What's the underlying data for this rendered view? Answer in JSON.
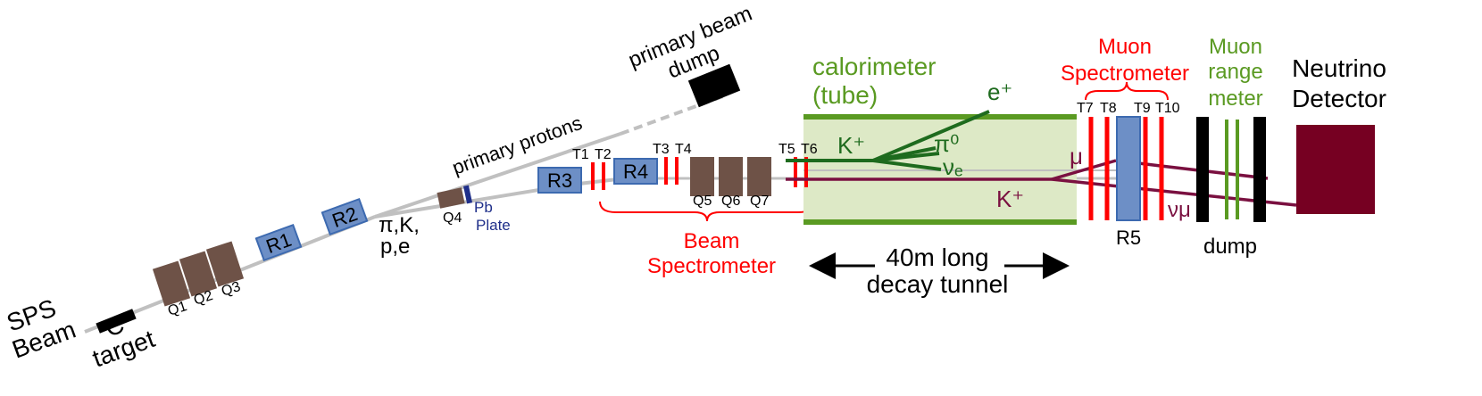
{
  "colors": {
    "beamline": "#c0c0c0",
    "magnet_fill": "#6d8fc6",
    "magnet_stroke": "#3d6ab0",
    "quad": "#6e5247",
    "tracker": "#ff0000",
    "calorimeter_fill": "#dde9c6",
    "calorimeter_border": "#5a9a22",
    "green_label": "#5a9a22",
    "track_green": "#1e6b1e",
    "track_maroon": "#7a1040",
    "detector": "#760022",
    "pb_plate": "#1f2f8a",
    "text": "#000000",
    "red_label": "#ff0000"
  },
  "labels": {
    "sps_beam": [
      "SPS",
      "Beam"
    ],
    "c_target": [
      "C",
      "target"
    ],
    "q1": "Q1",
    "q2": "Q2",
    "q3": "Q3",
    "q4": "Q4",
    "q5": "Q5",
    "q6": "Q6",
    "q7": "Q7",
    "r1": "R1",
    "r2": "R2",
    "r3": "R3",
    "r4": "R4",
    "r5": "R5",
    "particles": [
      "π,K,",
      "p,e"
    ],
    "pb_plate": [
      "Pb",
      "Plate"
    ],
    "primary_protons": "primary protons",
    "primary_beam_dump": [
      "primary beam",
      "dump"
    ],
    "t1": "T1",
    "t2": "T2",
    "t3": "T3",
    "t4": "T4",
    "t5": "T5",
    "t6": "T6",
    "t7": "T7",
    "t8": "T8",
    "t9": "T9",
    "t10": "T10",
    "beam_spectrometer": [
      "Beam",
      "Spectrometer"
    ],
    "calorimeter": [
      "calorimeter",
      "(tube)"
    ],
    "k_plus_top": "K⁺",
    "k_plus_bottom": "K⁺",
    "e_plus": "e⁺",
    "pi0": "π⁰",
    "nu_e": "νₑ",
    "mu": "μ",
    "nu_mu": "νμ",
    "tunnel": [
      "40m long",
      "decay tunnel"
    ],
    "muon_spectrometer": [
      "Muon",
      "Spectrometer"
    ],
    "muon_range_meter": [
      "Muon",
      "range",
      "meter"
    ],
    "dump": "dump",
    "neutrino_detector": [
      "Neutrino",
      "Detector"
    ]
  }
}
